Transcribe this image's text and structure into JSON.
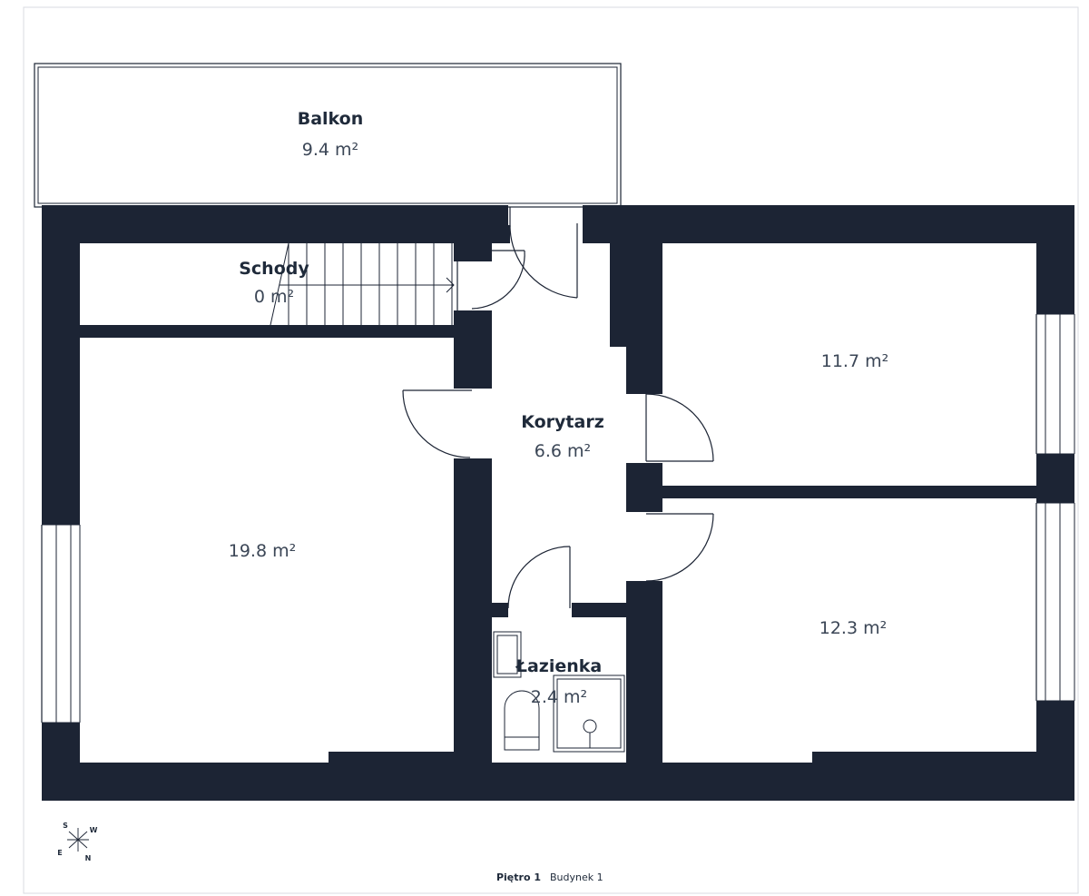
{
  "colors": {
    "wall": "#1c2434",
    "floor": "#ffffff",
    "line": "#1c2434",
    "text": "#1f2a3a"
  },
  "rooms": [
    {
      "id": "balkon",
      "name": "Balkon",
      "area": "9.4 m²"
    },
    {
      "id": "schody",
      "name": "Schody",
      "area": "0 m²"
    },
    {
      "id": "korytarz",
      "name": "Korytarz",
      "area": "6.6 m²"
    },
    {
      "id": "lazienka",
      "name": "Łazienka",
      "area": "2.4 m²"
    },
    {
      "id": "room-left",
      "name": "",
      "area": "19.8 m²"
    },
    {
      "id": "room-top-right",
      "name": "",
      "area": "11.7 m²"
    },
    {
      "id": "room-bottom-right",
      "name": "",
      "area": "12.3 m²"
    }
  ],
  "compass": {
    "s": "S",
    "w": "W",
    "e": "E",
    "n": "N",
    "icon": "compass-icon"
  },
  "footer": {
    "floor": "Piętro 1",
    "building": "Budynek 1"
  }
}
